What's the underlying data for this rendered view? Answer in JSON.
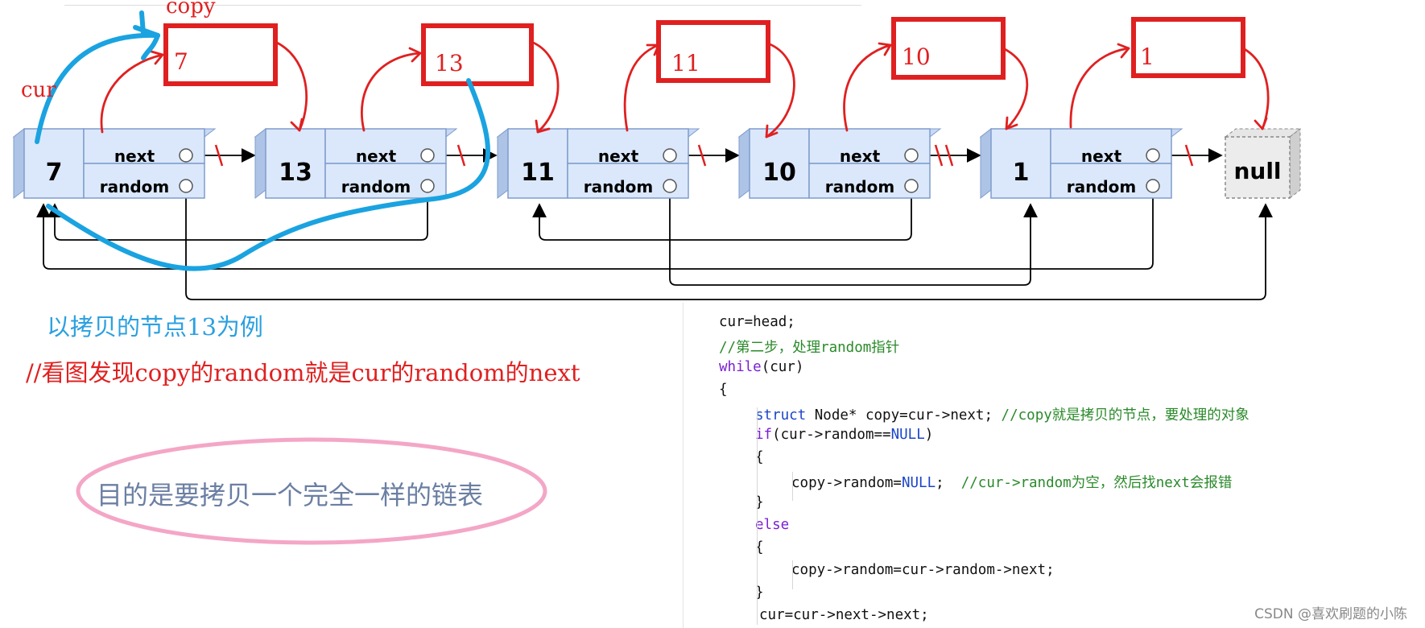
{
  "top_labels": {
    "copy": "copy",
    "cur": "cur"
  },
  "nodes": [
    {
      "val": "7",
      "next": "next",
      "random": "random",
      "copy_val": "7"
    },
    {
      "val": "13",
      "next": "next",
      "random": "random",
      "copy_val": "13"
    },
    {
      "val": "11",
      "next": "next",
      "random": "random",
      "copy_val": "11"
    },
    {
      "val": "10",
      "next": "next",
      "random": "random",
      "copy_val": "10"
    },
    {
      "val": "1",
      "next": "next",
      "random": "random",
      "copy_val": "1"
    }
  ],
  "null_label": "null",
  "notes": {
    "blue": "以拷贝的节点13为例",
    "red": "//看图发现copy的random就是cur的random的next",
    "goal": "目的是要拷贝一个完全一样的链表"
  },
  "code": {
    "l1": "cur=head;",
    "l2": "//第二步，处理random指针",
    "l3_kw": "while",
    "l3_rest": "(cur)",
    "l4": "{",
    "l5_kw": "struct",
    "l5_rest": " Node* copy=cur->next; ",
    "l5_cm": "//copy就是拷贝的节点，要处理的对象",
    "l6_kw": "if",
    "l6_a": "(cur->random==",
    "l6_mac": "NULL",
    "l6_b": ")",
    "l7": "{",
    "l8_a": "copy->random=",
    "l8_mac": "NULL",
    "l8_b": ";  ",
    "l8_cm": "//cur->random为空，然后找next会报错",
    "l9": "}",
    "l10_kw": "else",
    "l11": "{",
    "l12": "copy->random=cur->random->next;",
    "l13": "}",
    "l14": "cur=cur->next->next;"
  },
  "watermark": "CSDN @喜欢刷题的小陈",
  "colors": {
    "node_fill": "#dbe8fb",
    "node_stroke": "#7f9ccc",
    "red": "#e02020",
    "blue": "#1aa3e0",
    "pink": "#f4a6c6"
  }
}
